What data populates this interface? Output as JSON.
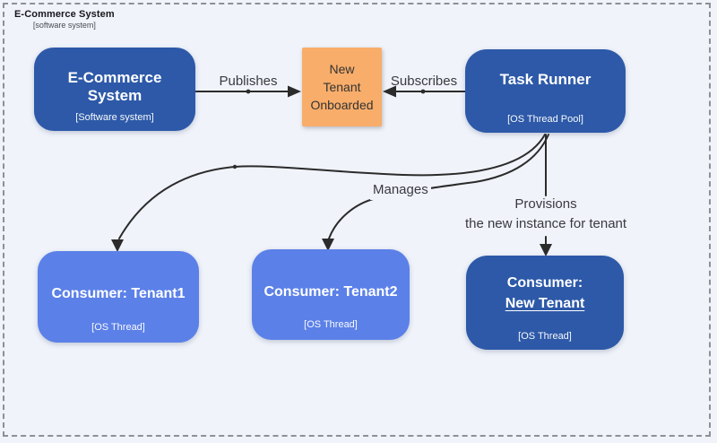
{
  "colors": {
    "background": "#f0f3fa",
    "boundary_border": "#8f8f96",
    "node_dark": "#2d59a8",
    "node_light": "#5b80e8",
    "note_orange": "#f8ad6a",
    "line": "#2b2b2b",
    "label_text": "#3a3a40",
    "note_text": "#333333",
    "node_text": "#ffffff",
    "boundary_title_text": "#17171c"
  },
  "boundary": {
    "title": "E-Commerce System",
    "subtitle": "[software system]"
  },
  "nodes": {
    "ecommerce": {
      "title": "E-Commerce System",
      "subtitle": "[Software system]"
    },
    "event_note": {
      "lines": [
        "New",
        "Tenant",
        "Onboarded"
      ]
    },
    "task_runner": {
      "title": "Task Runner",
      "subtitle": "[OS Thread Pool]"
    },
    "tenant1": {
      "title": "Consumer: Tenant1",
      "subtitle": "[OS Thread]"
    },
    "tenant2": {
      "title": "Consumer: Tenant2",
      "subtitle": "[OS Thread]"
    },
    "new_tenant": {
      "title_line1": "Consumer:",
      "title_line2": "New Tenant",
      "subtitle": "[OS Thread]"
    }
  },
  "edges": {
    "publishes": {
      "label": "Publishes"
    },
    "subscribes": {
      "label": "Subscribes"
    },
    "manages": {
      "label": "Manages"
    },
    "provisions": {
      "label_line1": "Provisions",
      "label_line2": "the new instance for tenant"
    }
  }
}
